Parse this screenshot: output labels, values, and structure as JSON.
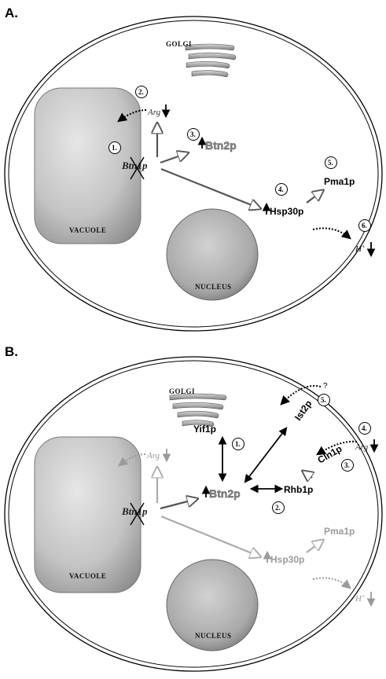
{
  "panels": {
    "a": {
      "letter": "A.",
      "golgi": "GOLGI",
      "vacuole": "VACUOLE",
      "nucleus": "NUCLEUS",
      "gene": "Btn1p",
      "arg": "Arg",
      "btn2p": "Btn2p",
      "hsp30p": "Hsp30p",
      "pma1p": "Pma1p",
      "proton": "H",
      "proton_sup": "+",
      "steps": [
        "1.",
        "2.",
        "3.",
        "4.",
        "5.",
        "6."
      ]
    },
    "b": {
      "letter": "B.",
      "golgi": "GOLGI",
      "vacuole": "VACUOLE",
      "nucleus": "NUCLEUS",
      "gene": "Btn1p",
      "arg_faded": "Arg",
      "arg": "Arg",
      "yif1p": "Yif1p",
      "btn2p": "Btn2p",
      "rhb1p": "Rhb1p",
      "ist2p": "Ist2p",
      "cln1p": "Cln1p",
      "question": "?",
      "hsp30p": "Hsp30p",
      "pma1p": "Pma1p",
      "proton": "H",
      "proton_sup": "+",
      "steps": [
        "1.",
        "2.",
        "3.",
        "4.",
        "5."
      ]
    }
  },
  "colors": {
    "black": "#000000",
    "faded_gray": "#9a9a9a",
    "vacuole_fill": "#bdbdbd",
    "nucleus_fill": "#b0b0b0",
    "golgi_fill": "#a8a8a8"
  }
}
